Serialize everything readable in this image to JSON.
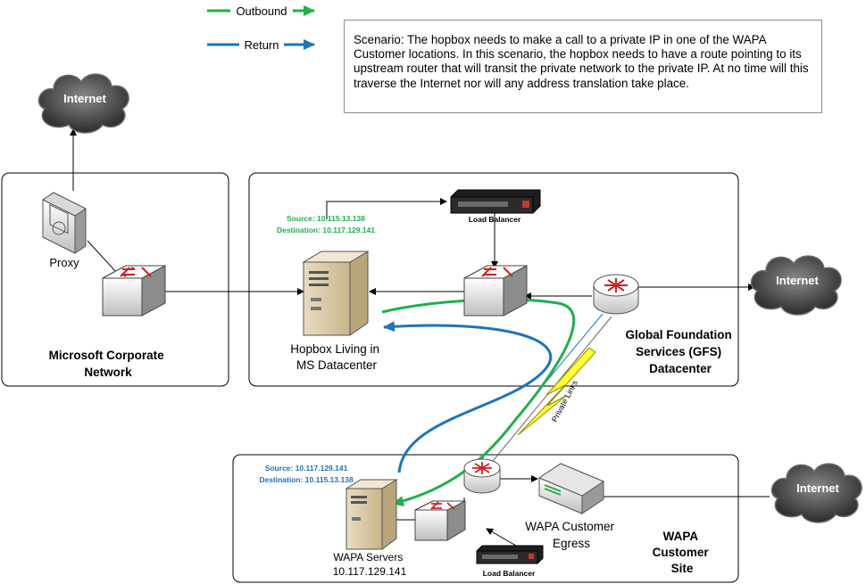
{
  "legend": {
    "outbound_label": "Outbound",
    "return_label": "Return",
    "outbound_color": "#1DB14B",
    "return_color": "#1B75BC"
  },
  "scenario_text": "Scenario: The hopbox needs to make a call to a private IP in one of the WAPA Customer locations.  In this scenario, the hopbox needs to have a route pointing to its upstream router that will transit the private network to the private IP.  At no time will this traverse the Internet nor will any address translation take place.",
  "clouds": {
    "label": "Internet"
  },
  "corp": {
    "proxy_label": "Proxy",
    "network_label_line1": "Microsoft Corporate",
    "network_label_line2": "Network"
  },
  "gfs": {
    "source_label": "Source: 10.115.13.138",
    "destination_label": "Destination: 10.117.129.141",
    "load_balancer_label": "Load Balancer",
    "hopbox_label_line1": "Hopbox Living in",
    "hopbox_label_line2": "MS Datacenter",
    "datacenter_line1": "Global Foundation",
    "datacenter_line2": "Services (GFS)",
    "datacenter_line3": "Datacenter"
  },
  "private_links_label": "Private Links",
  "wapa": {
    "source_label": "Source: 10.117.129.141",
    "destination_label": "Destination: 10.115.13.138",
    "servers_label_line1": "WAPA Servers",
    "servers_label_line2": "10.117.129.141",
    "load_balancer_label": "Load Balancer",
    "egress_label_line1": "WAPA Customer",
    "egress_label_line2": "Egress",
    "site_line1": "WAPA",
    "site_line2": "Customer",
    "site_line3": "Site"
  }
}
